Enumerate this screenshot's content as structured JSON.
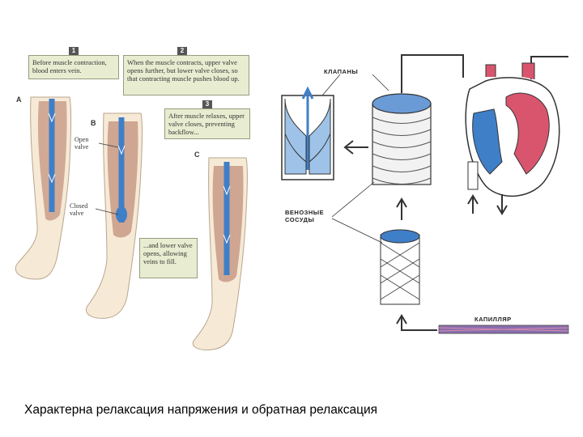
{
  "left_panel": {
    "steps": [
      {
        "number": "1",
        "text": "Before muscle contraction, blood enters vein."
      },
      {
        "number": "2",
        "text": "When the muscle contracts, upper valve opens further, but lower valve closes, so that contracting muscle pushes blood up."
      },
      {
        "number": "3",
        "text": "After muscle relaxes, upper valve closes, preventing backflow..."
      }
    ],
    "note_lower": "...and lower valve opens, allowing veins to fill.",
    "letters": [
      "A",
      "B",
      "C"
    ],
    "labels": {
      "open_valve": "Open valve",
      "closed_valve": "Closed valve"
    }
  },
  "right_panel": {
    "labels": {
      "valves": "КЛАПАНЫ",
      "venous_vessels": "ВЕНОЗНЫЕ СОСУДЫ",
      "capillary": "КАПИЛЛЯР"
    }
  },
  "caption": "Характерна релаксация напряжения и обратная релаксация",
  "colors": {
    "vein_blue": "#3f7fc8",
    "muscle": "#c89a86",
    "skin": "#f6ead6",
    "box_bg": "#e8ecd0",
    "heart_red": "#d9556e"
  }
}
